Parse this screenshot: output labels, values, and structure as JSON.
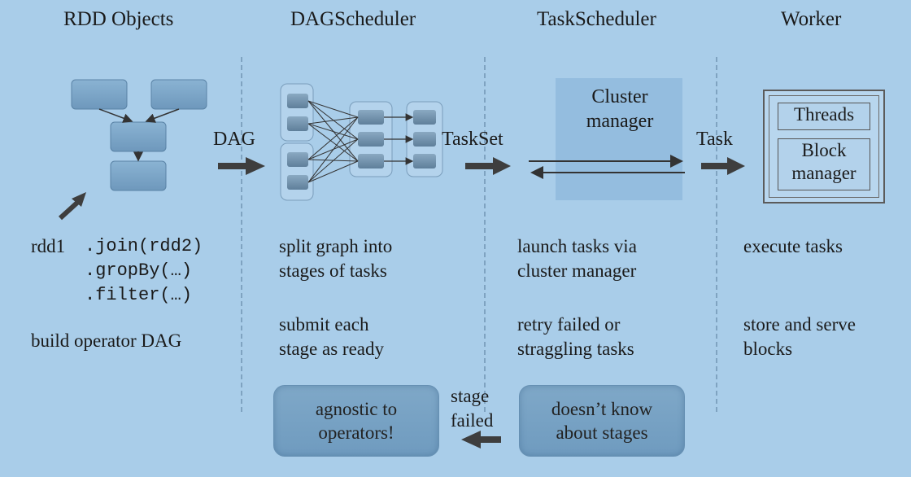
{
  "headers": {
    "rdd": "RDD Objects",
    "dag": "DAGScheduler",
    "task": "TaskScheduler",
    "worker": "Worker"
  },
  "arrow_labels": {
    "dag": "DAG",
    "taskset": "TaskSet",
    "task": "Task",
    "stage_failed_line1": "stage",
    "stage_failed_line2": "failed"
  },
  "rdd": {
    "code_prefix": "rdd1",
    "code_lines": [
      ".join(rdd2)",
      ".gropBy(…)",
      ".filter(…)"
    ],
    "desc": "build operator DAG"
  },
  "dag": {
    "desc1": [
      "split graph into",
      "stages of tasks"
    ],
    "desc2": [
      "submit each",
      "stage as ready"
    ],
    "note": "agnostic to\noperators!"
  },
  "task": {
    "cluster_manager": [
      "Cluster",
      "manager"
    ],
    "desc1": [
      "launch tasks via",
      "cluster manager"
    ],
    "desc2": [
      "retry failed or",
      "straggling tasks"
    ],
    "note": "doesn’t know\nabout stages"
  },
  "worker": {
    "threads": "Threads",
    "block_manager": [
      "Block",
      "manager"
    ],
    "desc1": "execute tasks",
    "desc2": [
      "store and serve",
      "blocks"
    ]
  },
  "colors": {
    "background": "#a9cde9",
    "box_fill": "#7fa8c8",
    "arrow": "#3e3e3e"
  }
}
